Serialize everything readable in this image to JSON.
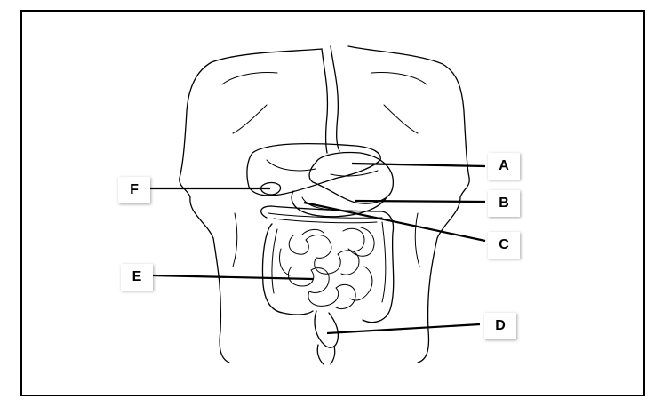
{
  "diagram": {
    "labels": {
      "A": "A",
      "B": "B",
      "C": "C",
      "D": "D",
      "E": "E",
      "F": "F"
    }
  }
}
